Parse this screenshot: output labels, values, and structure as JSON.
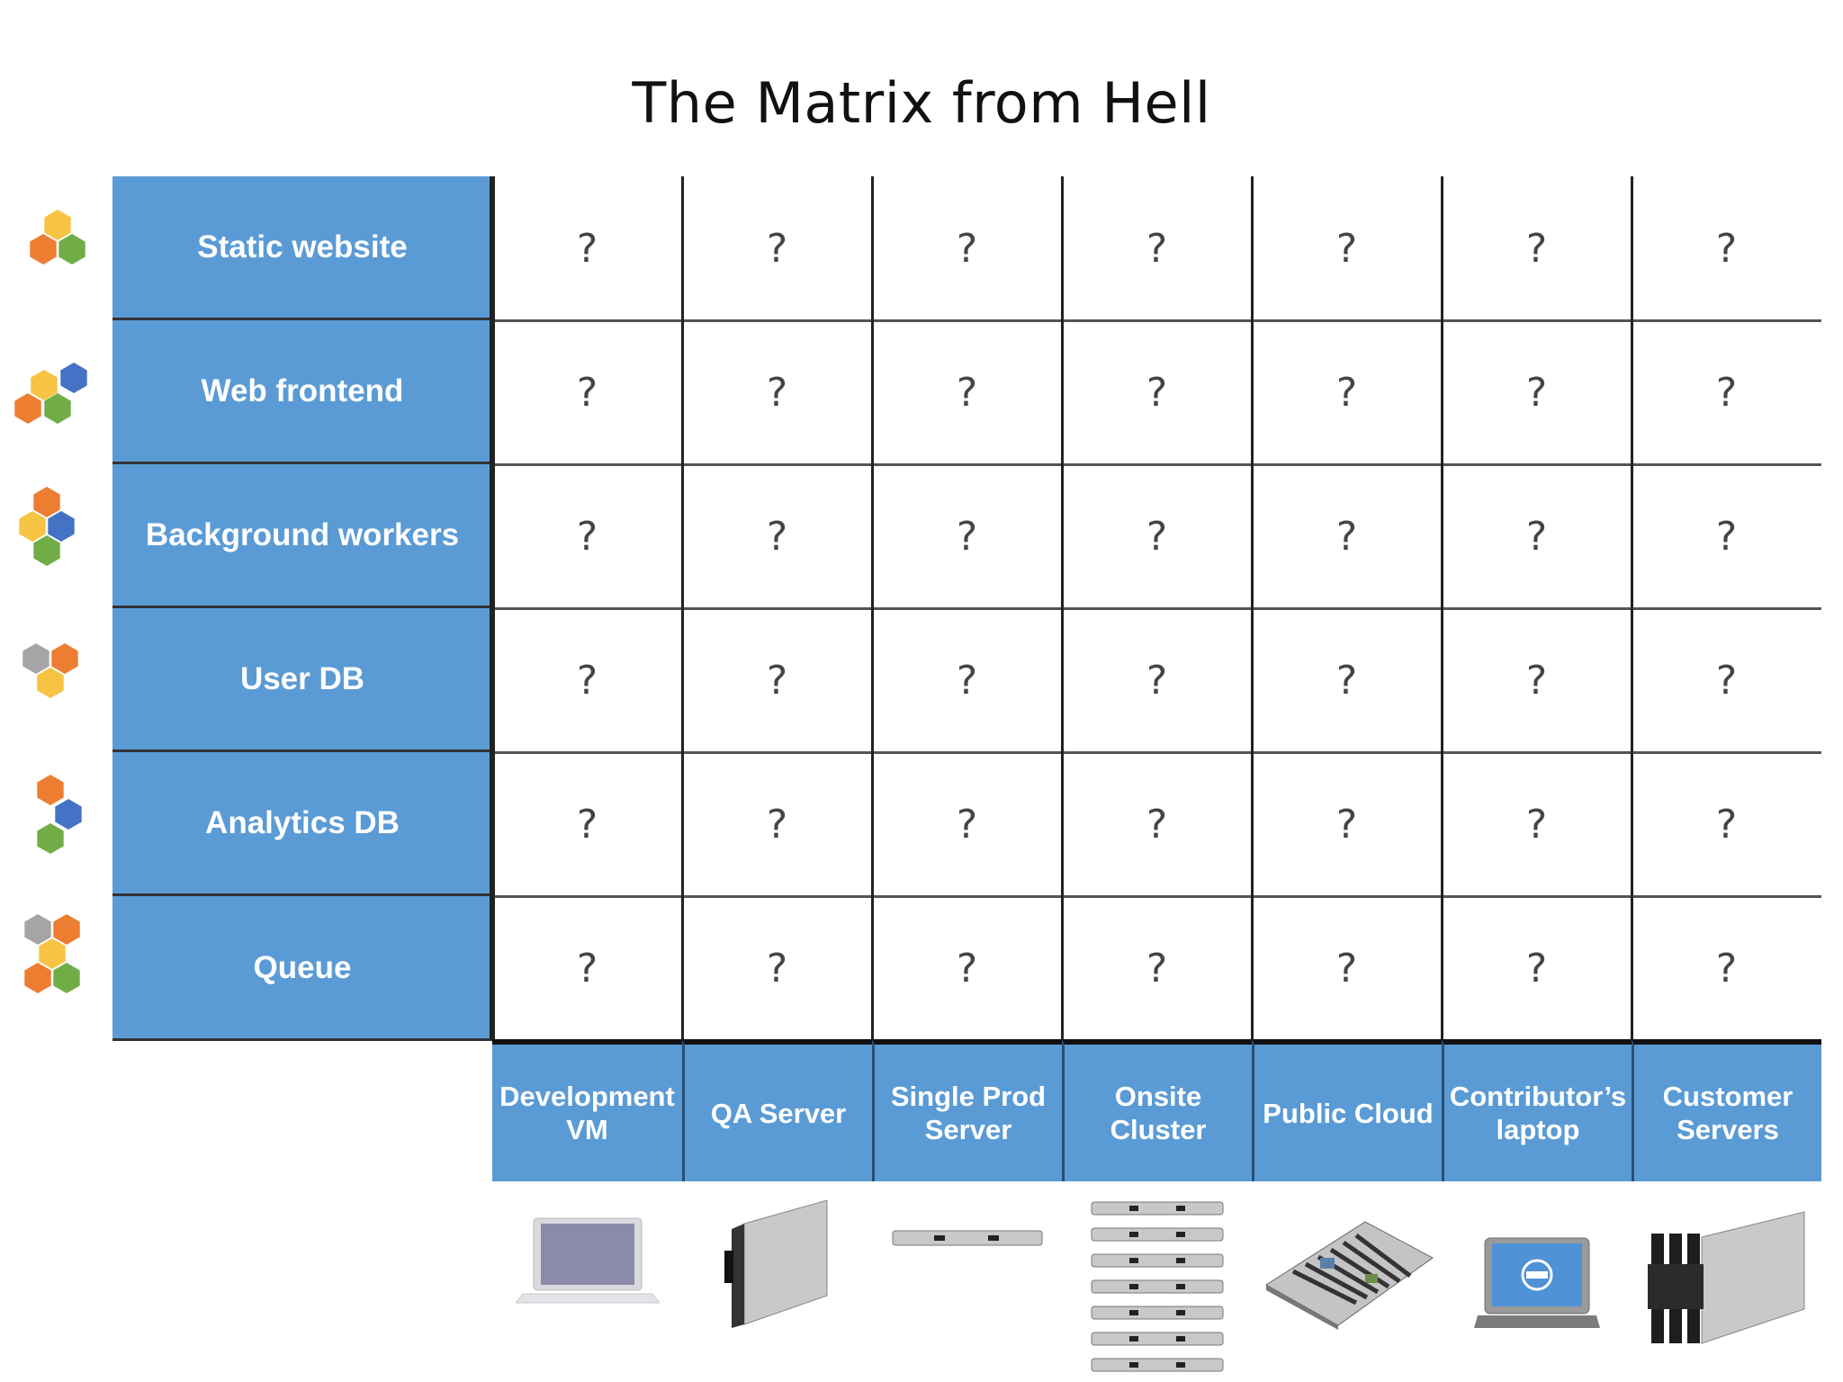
{
  "title": "The Matrix from Hell",
  "rows": [
    {
      "label": "Static website",
      "icon": "hexagon-cluster-icon",
      "hexes": [
        "#f6c343",
        "#ed7d31",
        "#70ad47"
      ]
    },
    {
      "label": "Web frontend",
      "icon": "hexagon-cluster-icon",
      "hexes": [
        "#f6c343",
        "#4472c4",
        "#ed7d31",
        "#70ad47"
      ]
    },
    {
      "label": "Background workers",
      "icon": "hexagon-cluster-icon",
      "hexes": [
        "#ed7d31",
        "#f6c343",
        "#4472c4",
        "#70ad47"
      ]
    },
    {
      "label": "User DB",
      "icon": "hexagon-cluster-icon",
      "hexes": [
        "#a5a5a5",
        "#ed7d31",
        "#f6c343"
      ]
    },
    {
      "label": "Analytics  DB",
      "icon": "hexagon-cluster-icon",
      "hexes": [
        "#ed7d31",
        "#4472c4",
        "#70ad47"
      ]
    },
    {
      "label": "Queue",
      "icon": "hexagon-cluster-icon",
      "hexes": [
        "#a5a5a5",
        "#ed7d31",
        "#f6c343",
        "#ed7d31",
        "#70ad47"
      ]
    }
  ],
  "columns": [
    {
      "label": "Development\nVM",
      "icon": "laptop-icon"
    },
    {
      "label": "QA  Server",
      "icon": "blade-server-icon"
    },
    {
      "label": "Single Prod\nServer",
      "icon": "rack-server-icon"
    },
    {
      "label": "Onsite\nCluster",
      "icon": "server-cluster-icon"
    },
    {
      "label": "Public Cloud",
      "icon": "motherboard-icon"
    },
    {
      "label": "Contributor’s\nlaptop",
      "icon": "dell-laptop-icon"
    },
    {
      "label": "Customer\nServers",
      "icon": "blade-servers-icon"
    }
  ],
  "cell_value": "?",
  "colors": {
    "header_blue": "#5b9bd5",
    "grid": "#222222"
  }
}
